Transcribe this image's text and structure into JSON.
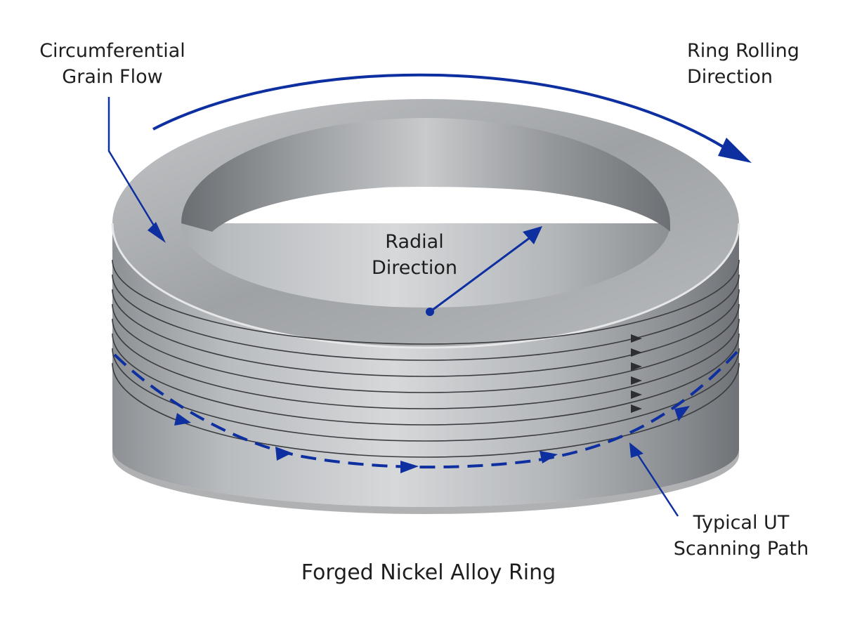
{
  "labels": {
    "grain_flow": [
      "Circumferential",
      "Grain Flow"
    ],
    "rolling_direction": [
      "Ring Rolling",
      "Direction"
    ],
    "radial_direction": [
      "Radial",
      "Direction"
    ],
    "ut_path": [
      "Typical UT",
      "Scanning Path"
    ],
    "title": "Forged Nickel Alloy Ring"
  },
  "colors": {
    "annotation_blue": "#0d2fa0",
    "steel_light": "#d4d6d8",
    "steel_mid": "#a3a6a9",
    "steel_dark": "#6e7175",
    "grain_line": "#3a3c3f",
    "text": "#1e1e1e"
  },
  "ring": {
    "grain_line_count": 8,
    "flow_marker_count": 6
  }
}
